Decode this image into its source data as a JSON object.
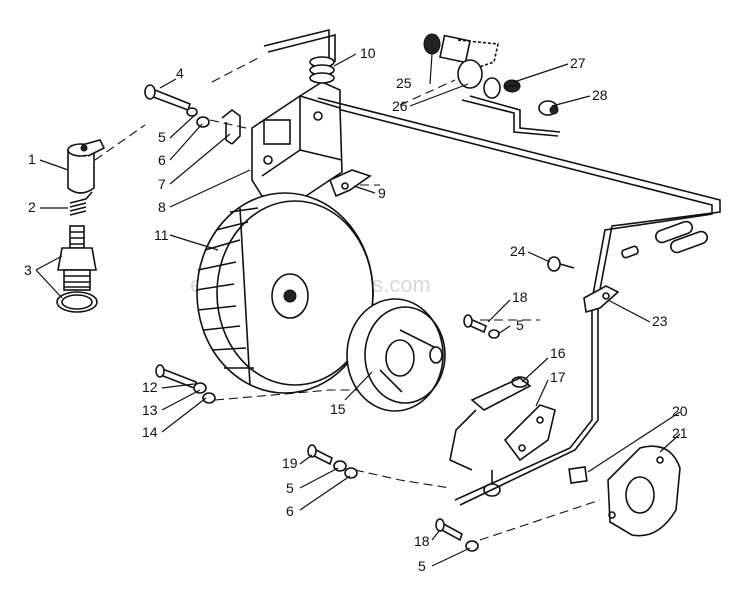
{
  "watermark": "eReplacementParts.com",
  "callouts": {
    "c1": "1",
    "c2": "2",
    "c3": "3",
    "c4": "4",
    "c5a": "5",
    "c6a": "6",
    "c7": "7",
    "c8": "8",
    "c9": "9",
    "c10": "10",
    "c11": "11",
    "c12": "12",
    "c13": "13",
    "c14": "14",
    "c15": "15",
    "c16": "16",
    "c17": "17",
    "c18a": "18",
    "c5b": "5",
    "c19": "19",
    "c5c": "5",
    "c6b": "6",
    "c20": "20",
    "c21": "21",
    "c18b": "18",
    "c5d": "5",
    "c23": "23",
    "c24": "24",
    "c25": "25",
    "c26": "26",
    "c27": "27",
    "c28": "28"
  }
}
